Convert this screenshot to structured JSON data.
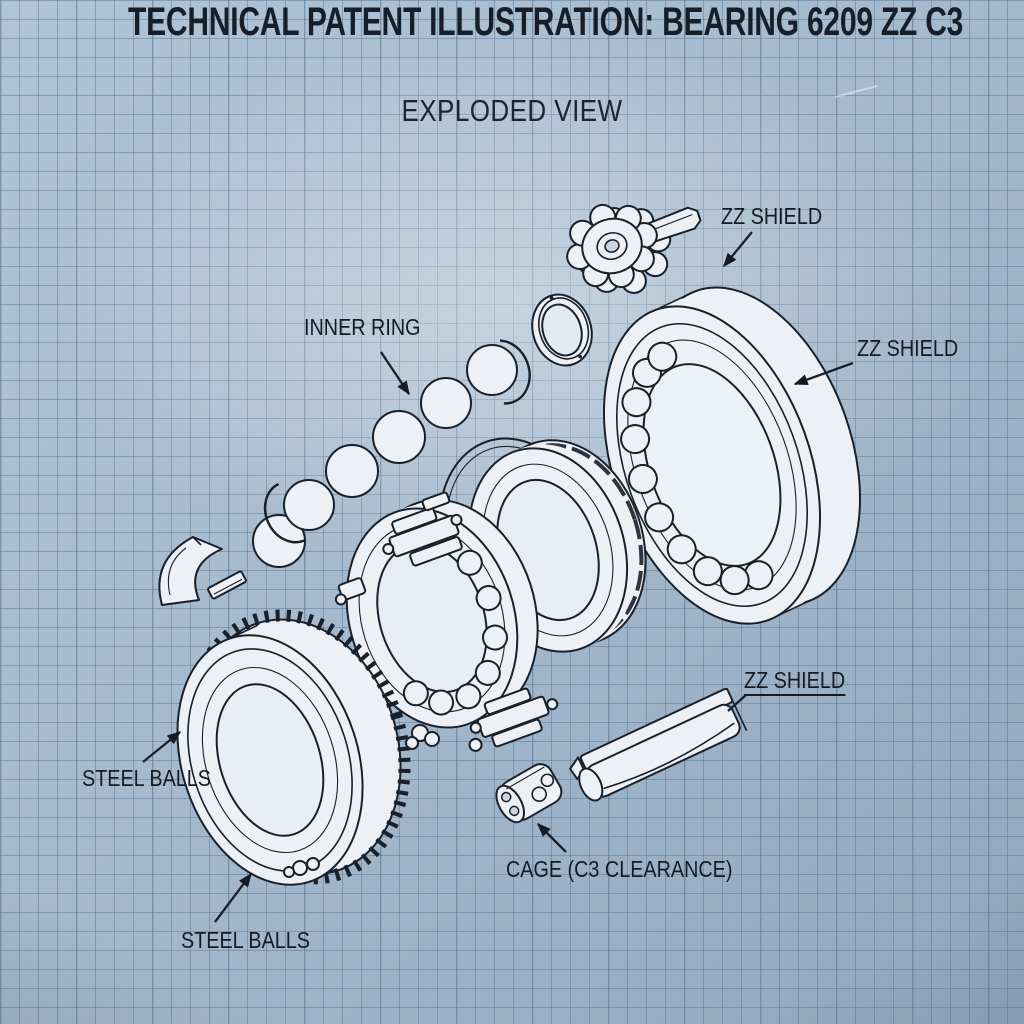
{
  "title": "TECHNICAL PATENT ILLUSTRATION: BEARING 6209 ZZ C3",
  "subtitle": "EXPLODED VIEW",
  "labels": {
    "zz_shield_top": "ZZ SHIELD",
    "zz_shield_right": "ZZ SHIELD",
    "zz_shield_bottom": "ZZ SHIELD",
    "inner_ring": "INNER RING",
    "steel_balls_upper": "STEEL BALLS",
    "steel_balls_lower": "STEEL BALLS",
    "cage": "CAGE (C3 CLEARANCE)"
  },
  "colors": {
    "ink": "#18202b",
    "paper_fill": "#edf1f6",
    "background": "#a6bacd",
    "grid_line": "#587898"
  }
}
